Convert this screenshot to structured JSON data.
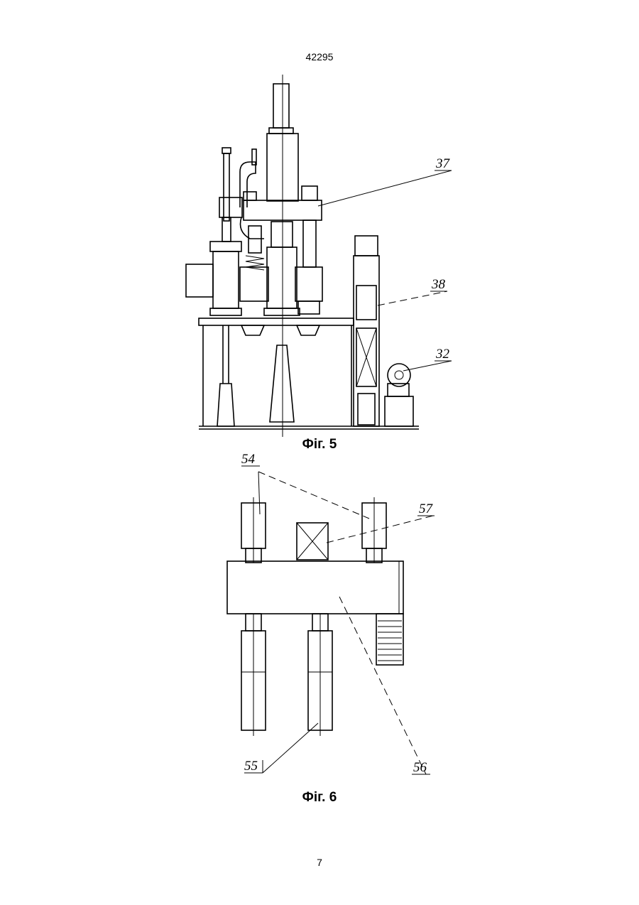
{
  "header": {
    "doc_number": "42295"
  },
  "figures": [
    {
      "caption": "Фіг. 5",
      "callouts": [
        "37",
        "38",
        "32"
      ]
    },
    {
      "caption": "Фіг. 6",
      "callouts": [
        "54",
        "57",
        "55",
        "56"
      ]
    }
  ],
  "footer": {
    "page_number": "7"
  }
}
